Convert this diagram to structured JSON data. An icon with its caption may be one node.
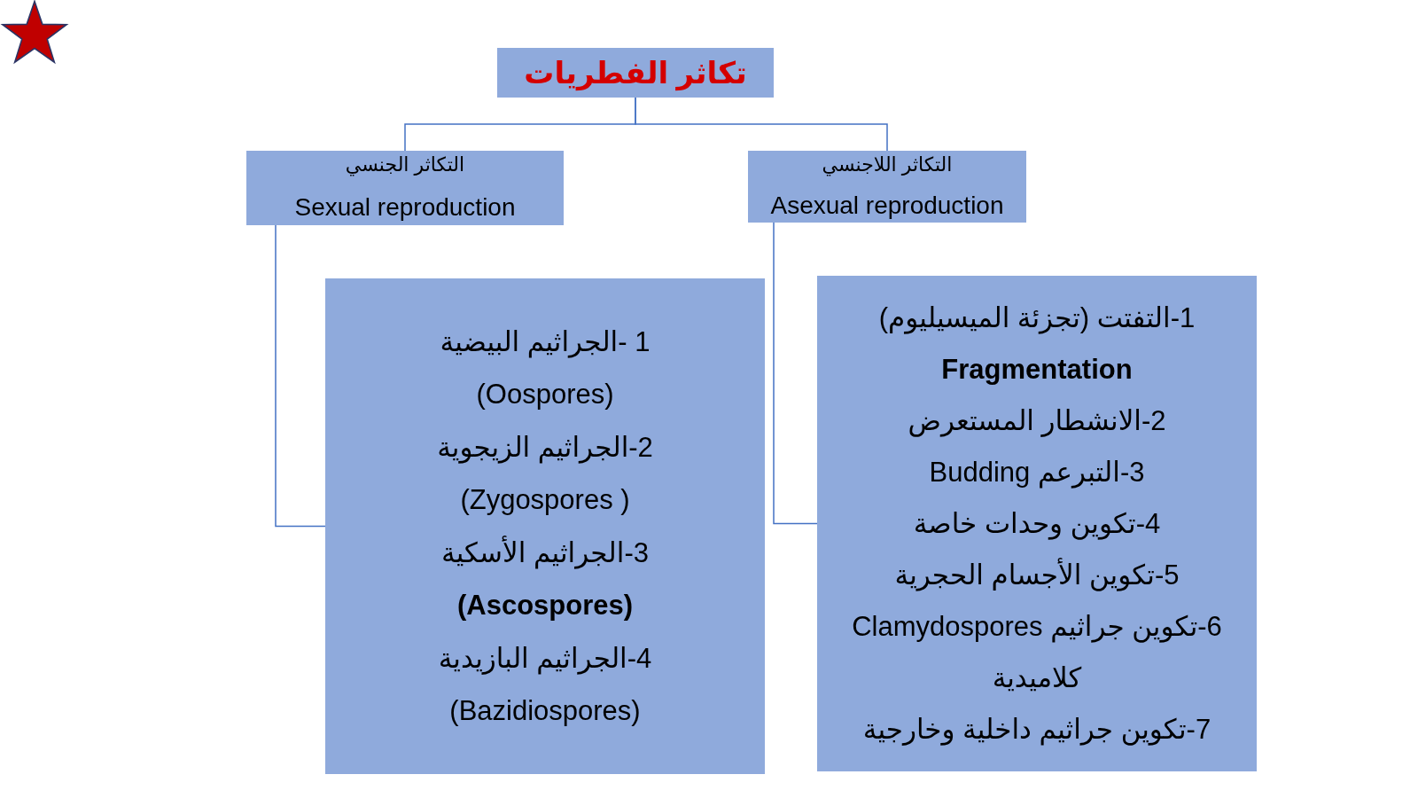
{
  "diagram": {
    "nodes": [
      {
        "text": [
          "تكاثر الفطريات"
        ]
      },
      {
        "text": [
          "التكاثر الجنسي",
          "Sexual reproduction"
        ]
      },
      {
        "text": [
          "التكاثر اللاجنسي",
          "Asexual reproduction"
        ]
      },
      {
        "text": [
          "1 -الجراثيم البيضية",
          "(Oospores)",
          "2-الجراثيم الزيجوية",
          "(Zygospores )",
          "3-الجراثيم الأسكية",
          "(Ascospores)",
          "4-الجراثيم البازيدية",
          "(Bazidiospores)"
        ]
      },
      {
        "text": [
          "1-التفتت (تجزئة الميسيليوم)",
          "Fragmentation",
          "2-الانشطار المستعرض",
          "3-التبرعم Budding",
          "4-تكوين وحدات خاصة",
          "5-تكوين الأجسام الحجرية",
          "6-تكوين جراثيم Clamydospores كلاميدية",
          "7-تكوين جراثيم داخلية وخارجية"
        ]
      }
    ],
    "edges": [
      {
        "from": 0,
        "to": 1,
        "arrow": "none"
      },
      {
        "from": 0,
        "to": 2,
        "arrow": "none"
      },
      {
        "from": 1,
        "to": 3,
        "arrow": "none"
      },
      {
        "from": 2,
        "to": 4,
        "arrow": "none"
      }
    ]
  }
}
